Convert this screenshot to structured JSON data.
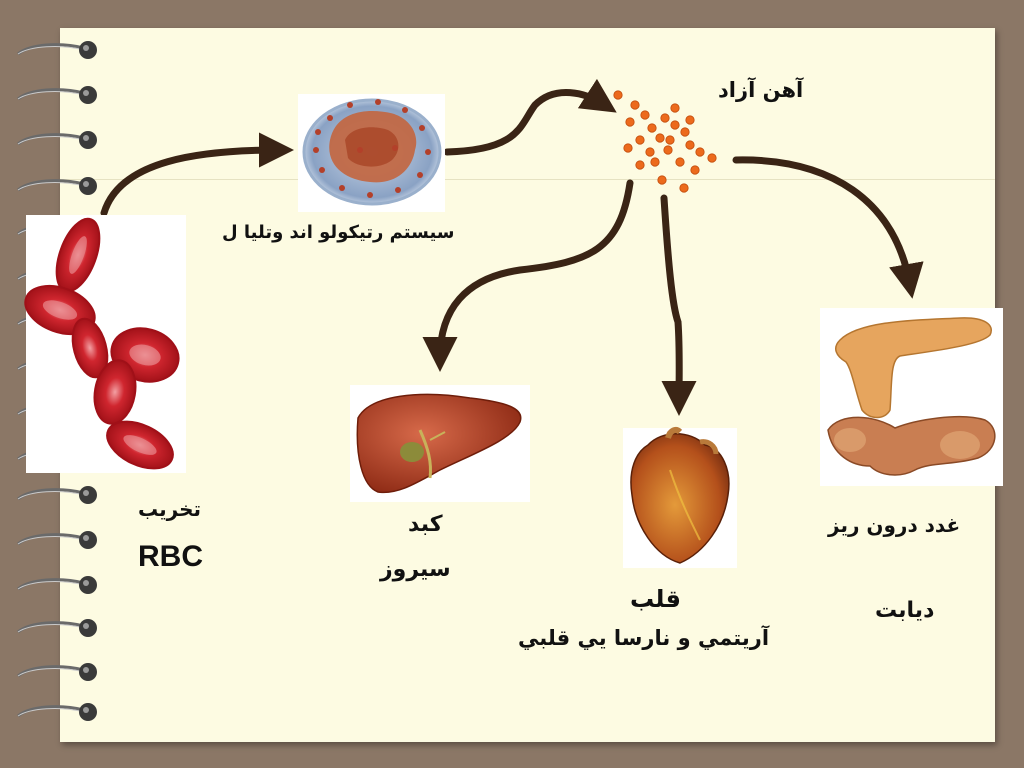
{
  "labels": {
    "free_iron": "آهن آزاد",
    "reticulo": "سيستم رتيكولو اند وتليا ل",
    "destroy": "تخريب",
    "rbc": "RBC",
    "liver": "کبد",
    "cirrhosis": "سيروز",
    "heart": "قلب",
    "heart_effect": "آريتمي و نارسا يي قلبي",
    "endocrine": "غدد درون ريز",
    "diabetes": "ديابت"
  },
  "colors": {
    "page": "#fdfbe2",
    "frame": "#8b7766",
    "arrow": "#3a2415",
    "iron_dot": "#ec6a1c",
    "rbc": "#d42d35"
  },
  "icons": [
    "spiral-binding-icon",
    "red-blood-cell-icon",
    "macrophage-cell-icon",
    "iron-particles-icon",
    "liver-icon",
    "heart-icon",
    "pancreas-icon"
  ]
}
